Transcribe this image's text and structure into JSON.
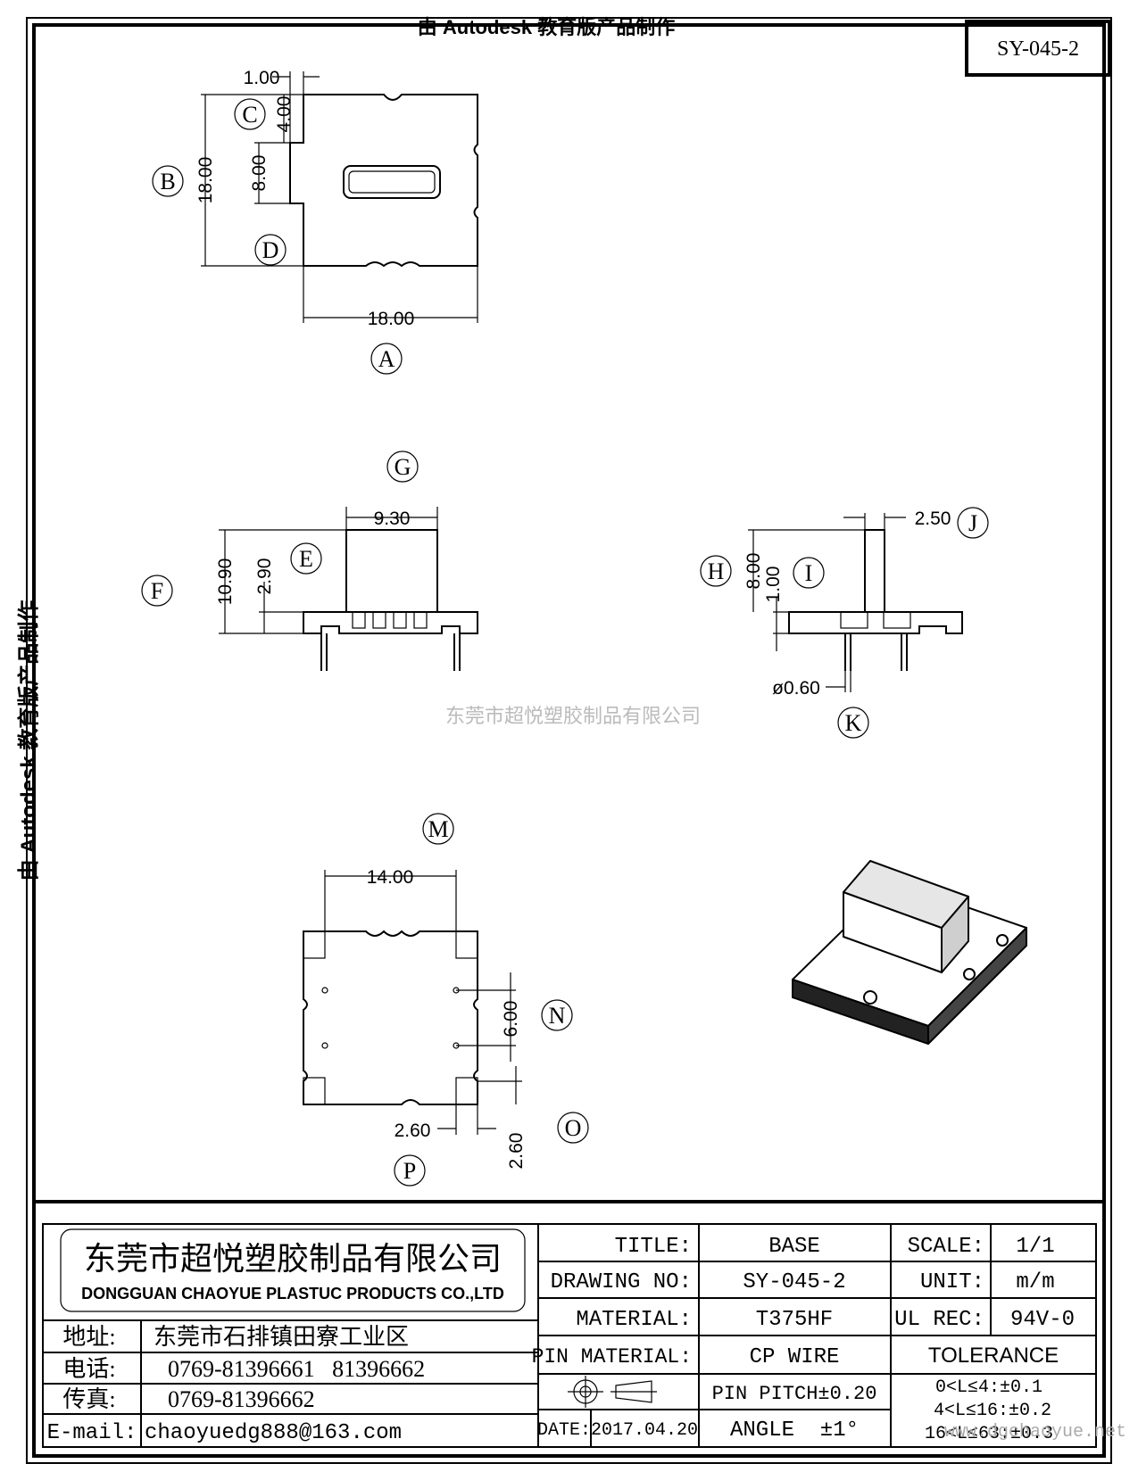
{
  "watermark_top": "由 Autodesk 教育版产品制作",
  "watermark_left": "由 Autodesk 教育版产品制作",
  "watermark_center": "东莞市超悦塑胶制品有限公司",
  "watermark_site": "www.dgchaoyue.net",
  "drawing_code": "SY-045-2",
  "views": {
    "top": {
      "dim_width": "18.00",
      "dim_height": "18.00",
      "dim_slot": "8.00",
      "dim_offset": "4.00",
      "dim_flange": "1.00",
      "labels": [
        "A",
        "B",
        "C",
        "D"
      ]
    },
    "front": {
      "dim_width": "9.30",
      "dim_total": "10.90",
      "dim_base": "2.90",
      "labels": [
        "E",
        "F",
        "G"
      ]
    },
    "side": {
      "dim_width": "2.50",
      "dim_height": "8.00",
      "dim_base": "1.00",
      "dim_pin": "ø0.60",
      "labels": [
        "H",
        "I",
        "J",
        "K"
      ]
    },
    "bottom": {
      "dim_width": "14.00",
      "dim_pitch": "6.00",
      "dim_x": "2.60",
      "dim_y": "2.60",
      "labels": [
        "M",
        "N",
        "O",
        "P"
      ]
    }
  },
  "title_block": {
    "company_cn": "东莞市超悦塑胶制品有限公司",
    "company_en": "DONGGUAN CHAOYUE PLASTUC PRODUCTS CO.,LTD",
    "address_label": "地址:",
    "address": "东莞市石排镇田寮工业区",
    "phone_label": "电话:",
    "phone": "0769-81396661   81396662",
    "fax_label": "传真:",
    "fax": "0769-81396662",
    "email_label": "E-mail:",
    "email": "chaoyuedg888@163.com",
    "title_label": "TITLE:",
    "title": "BASE",
    "drawing_no_label": "DRAWING NO:",
    "drawing_no": "SY-045-2",
    "material_label": "MATERIAL:",
    "material": "T375HF",
    "pin_material_label": "PIN MATERIAL:",
    "pin_material": "CP WIRE",
    "pin_pitch": "PIN PITCH±0.20",
    "angle": "ANGLE  ±1°",
    "date_label": "DATE:",
    "date": "2017.04.20",
    "scale_label": "SCALE:",
    "scale": "1/1",
    "unit_label": "UNIT:",
    "unit": "m/m",
    "ul_label": "UL REC:",
    "ul": "94V-0",
    "tolerance_label": "TOLERANCE",
    "tolerance": [
      "0<L≤4:±0.1",
      "4<L≤16:±0.2",
      "16<L≤63:±0.3"
    ]
  }
}
